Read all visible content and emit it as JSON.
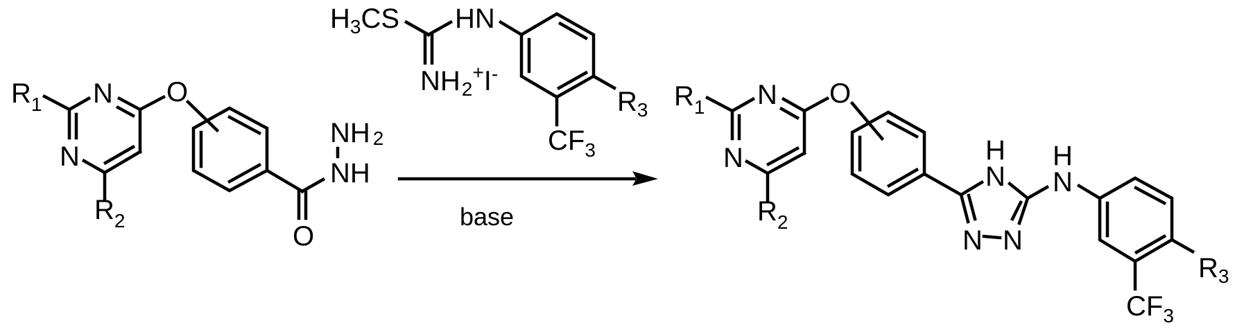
{
  "scheme": {
    "type": "reaction-scheme",
    "colors": {
      "ink": "#000000",
      "background": "#ffffff"
    },
    "reactant_1": {
      "name": "pyrimidinyloxy-benzohydrazide",
      "labels": {
        "r1": "R",
        "r1_sub": "1",
        "r2": "R",
        "r2_sub": "2",
        "n_top": "N",
        "n_left": "N",
        "o_ether": "O",
        "o_carbonyl": "O",
        "nh": "NH",
        "nh2": "NH",
        "nh2_sub": "2"
      }
    },
    "reagent": {
      "name": "S-methylisothiouronium iodide",
      "labels": {
        "h3cs_h": "H",
        "h3cs_sub": "3",
        "h3cs_cs": "CS",
        "hn": "HN",
        "nh2": "NH",
        "nh2_sub": "2",
        "charge_plus": "+",
        "iodide": "I",
        "charge_minus": "-",
        "r3": "R",
        "r3_sub": "3",
        "cf3": "CF",
        "cf3_sub": "3"
      }
    },
    "arrow": {
      "condition_below": "base"
    },
    "product": {
      "name": "triazolyl-amine product",
      "labels": {
        "r1": "R",
        "r1_sub": "1",
        "r2": "R",
        "r2_sub": "2",
        "n_top": "N",
        "n_left": "N",
        "o_ether": "O",
        "triazole_nh_h": "H",
        "triazole_nh_n": "N",
        "triazole_n1": "N",
        "triazole_n2": "N",
        "amine_h": "H",
        "amine_n": "N",
        "r3": "R",
        "r3_sub": "3",
        "cf3": "CF",
        "cf3_sub": "3"
      }
    }
  }
}
